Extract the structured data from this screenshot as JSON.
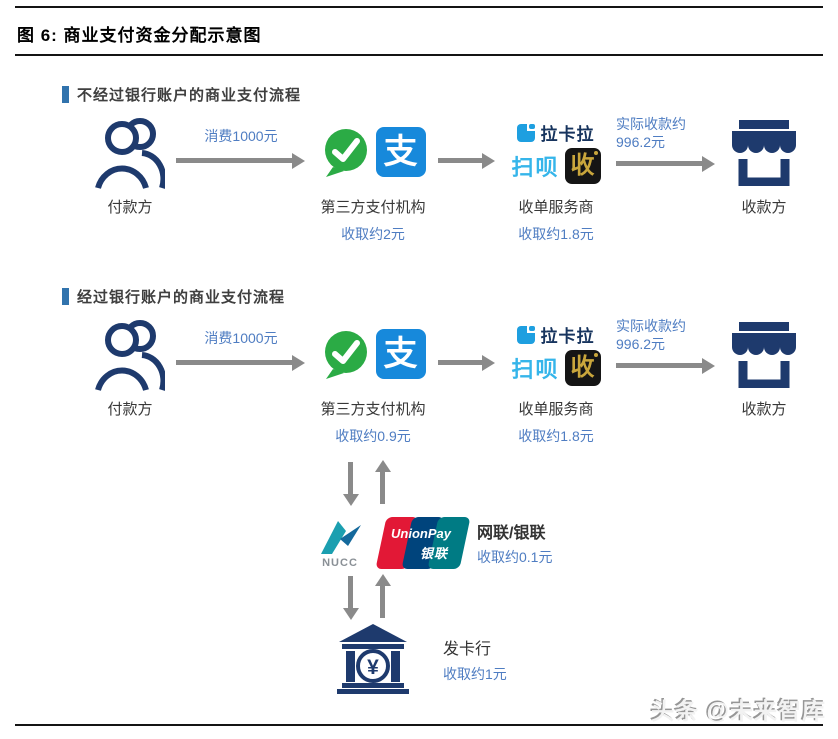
{
  "page": {
    "title": "图 6:  商业支付资金分配示意图",
    "watermark": "头条 @未来智库"
  },
  "colors": {
    "annotation_blue": "#4f7dc2",
    "navy_icon": "#1e3a6d",
    "section_bar_blue": "#3173ad",
    "arrow_grey": "#8a8a8a",
    "wechat_green": "#2bab45",
    "alipay_blue": "#1789db",
    "lakala_blue": "#1e9fe0",
    "saobei_blue": "#35b5ea",
    "shou_gold": "#c9a63c",
    "shou_black": "#151515",
    "unionpay_red": "#e21836",
    "unionpay_navy": "#00447c",
    "unionpay_teal": "#007b84"
  },
  "icons": {
    "alipay_glyph": "支",
    "yuan_symbol": "¥"
  },
  "sections": [
    {
      "header": "不经过银行账户的商业支付流程",
      "flow": {
        "payer_label": "付款方",
        "consume_label": "消费1000元",
        "tpp_label": "第三方支付机构",
        "tpp_fee": "收取约2元",
        "acquirer_brand1": "拉卡拉",
        "acquirer_brand2": "扫呗",
        "acquirer_brand3": "收",
        "acquirer_label": "收单服务商",
        "acquirer_fee": "收取约1.8元",
        "receive_label_line1": "实际收款约",
        "receive_label_line2": "996.2元",
        "payee_label": "收款方"
      }
    },
    {
      "header": "经过银行账户的商业支付流程",
      "flow": {
        "payer_label": "付款方",
        "consume_label": "消费1000元",
        "tpp_label": "第三方支付机构",
        "tpp_fee": "收取约0.9元",
        "acquirer_brand1": "拉卡拉",
        "acquirer_brand2": "扫呗",
        "acquirer_brand3": "收",
        "acquirer_label": "收单服务商",
        "acquirer_fee": "收取约1.8元",
        "receive_label_line1": "实际收款约",
        "receive_label_line2": "996.2元",
        "payee_label": "收款方"
      }
    }
  ],
  "clearing": {
    "nucc_text": "NUCC",
    "unionpay_text": "UnionPay",
    "unionpay_cn": "银联",
    "label": "网联/银联",
    "fee": "收取约0.1元"
  },
  "issuer": {
    "label": "发卡行",
    "fee": "收取约1元"
  }
}
